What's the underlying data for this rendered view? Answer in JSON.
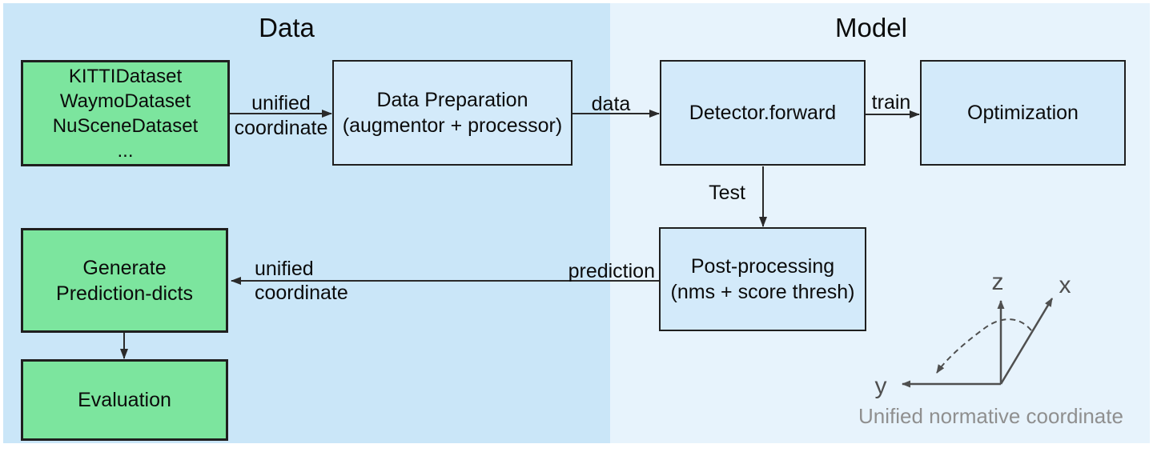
{
  "sections": {
    "data": {
      "title": "Data",
      "bg": "#cae6f8"
    },
    "model": {
      "title": "Model",
      "bg": "#e7f3fc"
    }
  },
  "colors": {
    "dataset_node_fill": "#7ce59e",
    "process_node_fill": "#d3eafa",
    "node_border": "#1f1f1f",
    "arrow": "#333333",
    "axis_gray": "#4f4f4f",
    "caption_gray": "#8f8f8f"
  },
  "nodes": {
    "datasets": {
      "lines": [
        "KITTIDataset",
        "WaymoDataset",
        "NuSceneDataset",
        "..."
      ]
    },
    "data_preparation": {
      "lines": [
        "Data Preparation",
        "(augmentor + processor)"
      ]
    },
    "detector": {
      "lines": [
        "Detector.forward"
      ]
    },
    "optimization": {
      "lines": [
        "Optimization"
      ]
    },
    "post_processing": {
      "lines": [
        "Post-processing",
        "(nms + score thresh)"
      ]
    },
    "generate": {
      "lines": [
        "Generate",
        "Prediction-dicts"
      ]
    },
    "evaluation": {
      "lines": [
        "Evaluation"
      ]
    }
  },
  "edge_labels": {
    "unified_top_line1": "unified",
    "unified_top_line2": "coordinate",
    "data": "data",
    "train": "train",
    "test": "Test",
    "prediction": "prediction",
    "unified_bottom_line1": "unified",
    "unified_bottom_line2": "coordinate"
  },
  "coordinate_diagram": {
    "axis_z": "z",
    "axis_x": "x",
    "axis_y": "y",
    "caption": "Unified normative coordinate"
  }
}
